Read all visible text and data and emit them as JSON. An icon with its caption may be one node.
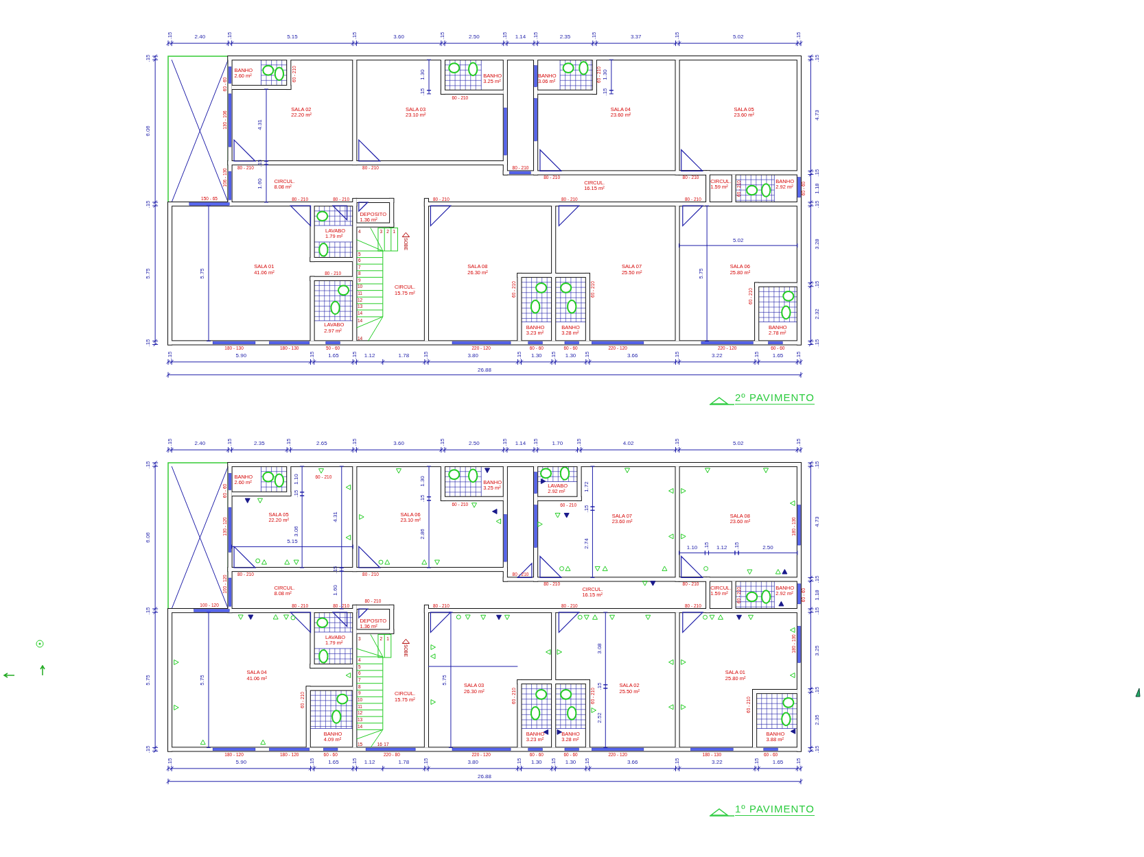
{
  "diagram": {
    "nodes": [
      {
        "text": [
          "2º PAVIMENTO"
        ]
      },
      {
        "text": [
          "BANHO",
          "2.60 m²"
        ],
        "in": 0
      },
      {
        "text": [
          "SALA 02",
          "22.20 m²"
        ],
        "in": 0
      },
      {
        "text": [
          "SALA 03",
          "23.10 m²"
        ],
        "in": 0
      },
      {
        "text": [
          "BANHO",
          "3.25 m²"
        ],
        "in": 0
      },
      {
        "text": [
          "BANHO",
          "3.06 m²"
        ],
        "in": 0
      },
      {
        "text": [
          "SALA 04",
          "23.60 m²"
        ],
        "in": 0
      },
      {
        "text": [
          "SALA 05",
          "23.60 m²"
        ],
        "in": 0
      },
      {
        "text": [
          "CIRCUL.",
          "8.08 m²"
        ],
        "in": 0
      },
      {
        "text": [
          "CIRCUL.",
          "16.15 m²"
        ],
        "in": 0
      },
      {
        "text": [
          "CIRCUL.",
          "1.59 m²"
        ],
        "in": 0
      },
      {
        "text": [
          "BANHO",
          "2.92 m²"
        ],
        "in": 0
      },
      {
        "text": [
          "DEPOSITO",
          "1.36 m²"
        ],
        "in": 0
      },
      {
        "text": [
          "LAVABO",
          "1.79 m²"
        ],
        "in": 0
      },
      {
        "text": [
          "SALA 01",
          "41.06 m²"
        ],
        "in": 0
      },
      {
        "text": [
          "CIRCUL.",
          "15.75 m²"
        ],
        "in": 0
      },
      {
        "text": [
          "SALA 08",
          "26.30 m²"
        ],
        "in": 0
      },
      {
        "text": [
          "SALA 07",
          "25.50 m²"
        ],
        "in": 0
      },
      {
        "text": [
          "SALA 06",
          "25.80 m²"
        ],
        "in": 0
      },
      {
        "text": [
          "LAVABO",
          "2.97 m²"
        ],
        "in": 0
      },
      {
        "text": [
          "BANHO",
          "3.23 m²"
        ],
        "in": 0
      },
      {
        "text": [
          "BANHO",
          "3.28 m²"
        ],
        "in": 0
      },
      {
        "text": [
          "BANHO",
          "2.78 m²"
        ],
        "in": 0
      },
      {
        "text": [
          "1º PAVIMENTO"
        ]
      },
      {
        "text": [
          "BANHO",
          "2.60 m²"
        ],
        "in": 23
      },
      {
        "text": [
          "SALA 05",
          "22.20 m²"
        ],
        "in": 23
      },
      {
        "text": [
          "SALA 06",
          "23.10 m²"
        ],
        "in": 23
      },
      {
        "text": [
          "BANHO",
          "3.25 m²"
        ],
        "in": 23
      },
      {
        "text": [
          "LAVABO",
          "2.92 m²"
        ],
        "in": 23
      },
      {
        "text": [
          "SALA 07",
          "23.60 m²"
        ],
        "in": 23
      },
      {
        "text": [
          "SALA 08",
          "23.60 m²"
        ],
        "in": 23
      },
      {
        "text": [
          "CIRCUL.",
          "8.08 m²"
        ],
        "in": 23
      },
      {
        "text": [
          "CIRCUL.",
          "16.15 m²"
        ],
        "in": 23
      },
      {
        "text": [
          "CIRCUL.",
          "1.59 m²"
        ],
        "in": 23
      },
      {
        "text": [
          "BANHO",
          "2.92 m²"
        ],
        "in": 23
      },
      {
        "text": [
          "DEPOSITO",
          "1.36 m²"
        ],
        "in": 23
      },
      {
        "text": [
          "LAVABO",
          "1.79 m²"
        ],
        "in": 23
      },
      {
        "text": [
          "SALA 04",
          "41.06 m²"
        ],
        "in": 23
      },
      {
        "text": [
          "CIRCUL.",
          "15.75 m²"
        ],
        "in": 23
      },
      {
        "text": [
          "SALA 03",
          "26.30 m²"
        ],
        "in": 23
      },
      {
        "text": [
          "SALA 02",
          "25.50 m²"
        ],
        "in": 23
      },
      {
        "text": [
          "SALA 01",
          "25.80 m²"
        ],
        "in": 23
      },
      {
        "text": [
          "BANHO",
          "4.09 m²"
        ],
        "in": 23
      },
      {
        "text": [
          "BANHO",
          "3.23 m²"
        ],
        "in": 23
      },
      {
        "text": [
          "BANHO",
          "3.28 m²"
        ],
        "in": 23
      },
      {
        "text": [
          "BANHO",
          "3.88 m²"
        ],
        "in": 23
      }
    ],
    "labels": [
      ".15",
      "2.40",
      ".15",
      "5.15",
      ".15",
      "3.60",
      ".15",
      "2.50",
      ".15",
      "1.14",
      ".15",
      "2.35",
      ".15",
      "3.37",
      ".15",
      "5.02",
      ".15",
      ".15",
      "6.06",
      ".15",
      "5.75",
      ".15",
      ".15",
      "4.73",
      ".15",
      "1.18",
      ".15",
      "3.28",
      ".15",
      "2.32",
      ".15",
      "4.31",
      ".15",
      "1.60",
      "1.30",
      ".15",
      "1.30",
      ".15",
      "5.75",
      "5.02",
      "5.75",
      "60 - 60",
      "130 - 106",
      "106 - 130",
      "60 - 210",
      "80 - 210",
      "80 - 210",
      "60 - 210",
      "60 - 210",
      "80 - 210",
      "80 - 210",
      "80 - 210",
      "60 - 210",
      "60 - 60",
      "150 - 65",
      "80 - 210",
      "80 - 210",
      "80 - 210",
      "80 - 210",
      "80 - 210",
      "80 - 210",
      "60 - 210",
      "60 - 210",
      "60 - 210",
      "180 - 130",
      "180 - 130",
      "50 - 60",
      "220 - 120",
      "60 - 60",
      "60 - 60",
      "220 - 120",
      "220 - 120",
      "60 - 60",
      "4",
      "3",
      "2",
      "1",
      "5",
      "6",
      "7",
      "8",
      "9",
      "10",
      "11",
      "12",
      "13",
      "14",
      "14",
      "14",
      "SOBE",
      ".15",
      "5.90",
      ".15",
      "1.65",
      ".15",
      "1.12",
      "1.78",
      ".15",
      "3.80",
      ".15",
      "1.30",
      ".15",
      "1.30",
      ".15",
      "3.66",
      ".15",
      "3.22",
      ".15",
      "1.65",
      ".15",
      "26.88",
      ".15",
      "2.40",
      ".15",
      "2.35",
      ".15",
      "2.65",
      ".15",
      "3.60",
      ".15",
      "2.50",
      ".15",
      "1.14",
      ".15",
      "1.70",
      ".15",
      "4.02",
      ".15",
      "5.02",
      ".15",
      ".15",
      "6.06",
      ".15",
      "5.75",
      ".15",
      ".15",
      "4.73",
      ".15",
      "1.18",
      ".15",
      "3.25",
      ".15",
      "2.35",
      ".15",
      "1.10",
      ".15",
      "4.31",
      "3.06",
      "5.15",
      ".15",
      "1.60",
      "1.30",
      ".15",
      "2.86",
      "1.72",
      ".15",
      "2.74",
      "1.10",
      ".15",
      "1.12",
      ".15",
      "2.50",
      "3.08",
      ".15",
      "2.52",
      "5.75",
      "5.75",
      "60 - 60",
      "130 - 120",
      "100 - 120",
      "60 - 210",
      "80 - 210",
      "80 - 210",
      "60 - 210",
      "60 - 210",
      "80 - 210",
      "80 - 210",
      "80 - 210",
      "60 - 210",
      "60 - 60",
      "180 - 130",
      "100 - 120",
      "80 - 210",
      "80 - 210",
      "80 - 210",
      "80 - 210",
      "80 - 210",
      "80 - 210",
      "180 - 130",
      "60 - 210",
      "60 - 210",
      "60 - 210",
      "60 - 210",
      "180 - 120",
      "180 - 120",
      "60 - 60",
      "220 - 80",
      "220 - 120",
      "60 - 60",
      "60 - 60",
      "220 - 120",
      "180 - 130",
      "60 - 60",
      "3",
      "2",
      "1",
      "4",
      "5",
      "6",
      "7",
      "8",
      "9",
      "10",
      "11",
      "12",
      "13",
      "14",
      "15",
      "16",
      "17",
      "SOBE",
      ".15",
      "5.90",
      ".15",
      "1.65",
      ".15",
      "1.12",
      "1.78",
      ".15",
      "3.80",
      ".15",
      "1.30",
      ".15",
      "1.30",
      ".15",
      "3.66",
      ".15",
      "3.22",
      ".15",
      "1.65",
      ".15",
      "26.88"
    ]
  }
}
